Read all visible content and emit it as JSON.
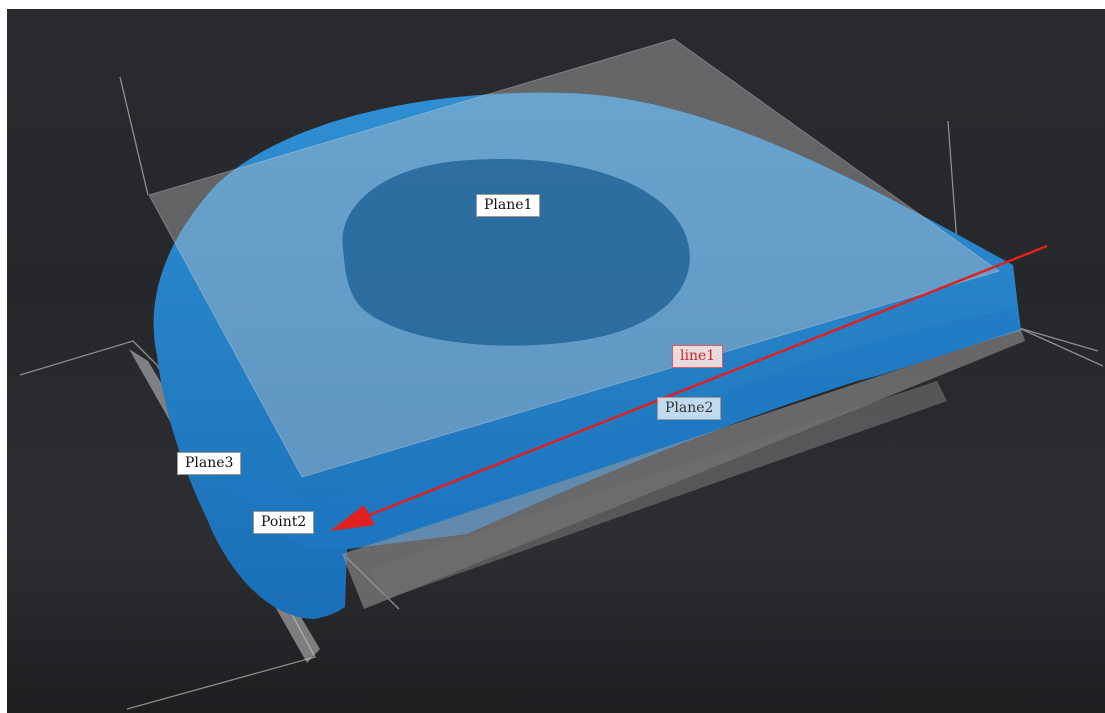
{
  "viewport": {
    "background": "#2a2b2e"
  },
  "labels": {
    "plane1": "Plane1",
    "line1": "line1",
    "plane2": "Plane2",
    "plane3": "Plane3",
    "point2": "Point2"
  },
  "colors": {
    "mesh": "#2a8cd4",
    "plane": "#bfbfbf",
    "line": "#e02020",
    "axis": "#8e8e8e"
  }
}
